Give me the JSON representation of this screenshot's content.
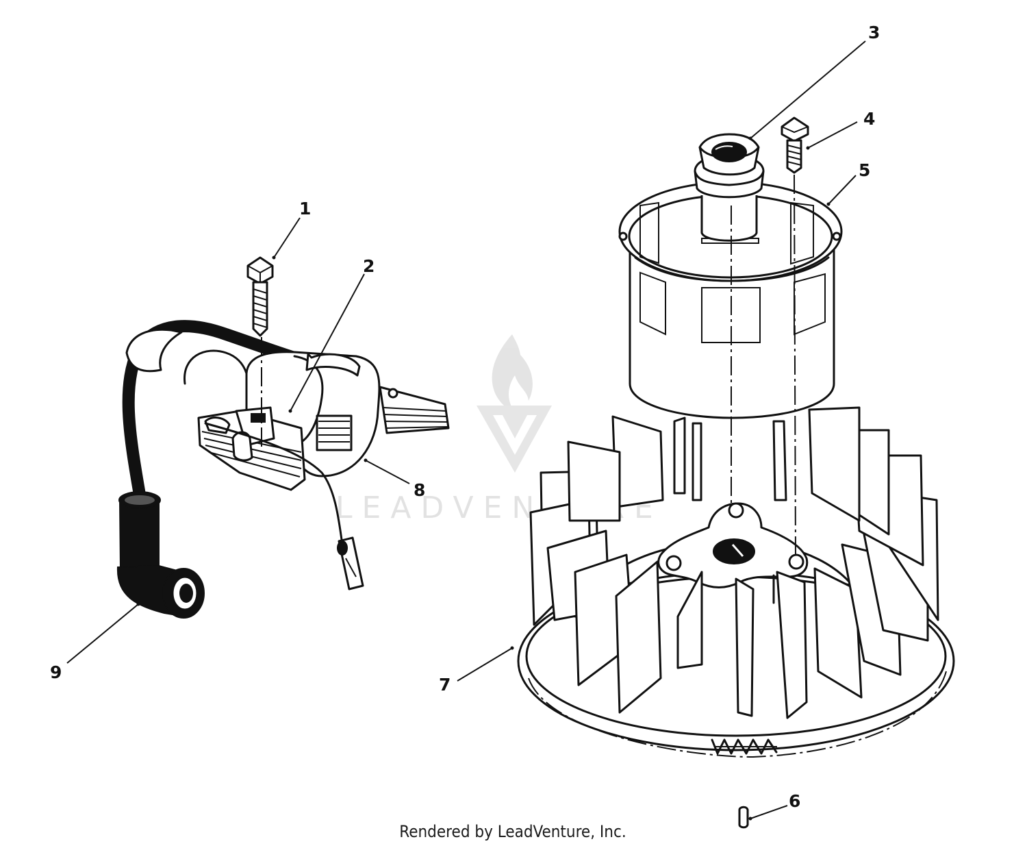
{
  "diagram": {
    "callouts": [
      {
        "id": "1",
        "label": "1"
      },
      {
        "id": "2",
        "label": "2"
      },
      {
        "id": "3",
        "label": "3"
      },
      {
        "id": "4",
        "label": "4"
      },
      {
        "id": "5",
        "label": "5"
      },
      {
        "id": "6",
        "label": "6"
      },
      {
        "id": "7",
        "label": "7"
      },
      {
        "id": "8",
        "label": "8"
      },
      {
        "id": "9",
        "label": "9"
      }
    ],
    "watermark": {
      "text": "LEADVENTURE"
    },
    "footer": {
      "credit": "Rendered by LeadVenture, Inc."
    },
    "colors": {
      "ink": "#111111",
      "background": "#ffffff",
      "watermark": "#d6d6d6"
    }
  }
}
